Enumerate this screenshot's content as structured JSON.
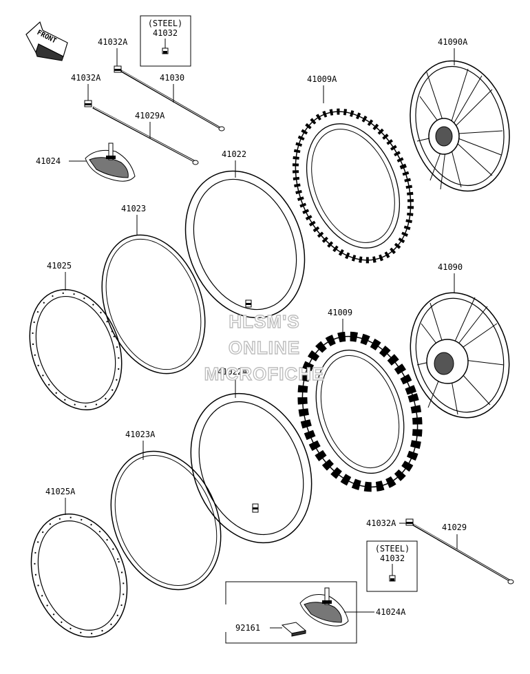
{
  "front_arrow": {
    "label": "FRONT"
  },
  "watermark": {
    "line1": "HLSM'S",
    "line2": "ONLINE",
    "line3": "MICROFICHE"
  },
  "boxes": {
    "steel_top": {
      "note": "(STEEL)",
      "part": "41032"
    },
    "steel_bottom": {
      "note": "(STEEL)",
      "part": "41032"
    }
  },
  "labels": {
    "p41032a_top": "41032A",
    "p41032a_mid": "41032A",
    "p41030": "41030",
    "p41029a": "41029A",
    "p41024": "41024",
    "p41022": "41022",
    "p41023": "41023",
    "p41025": "41025",
    "p41009a": "41009A",
    "p41090a": "41090A",
    "p41090": "41090",
    "p41009": "41009",
    "p41022a": "41022A",
    "p41023a": "41023A",
    "p41025a": "41025A",
    "p41032a_bottom": "41032A",
    "p41029": "41029",
    "p41024a": "41024A",
    "p92161": "92161"
  }
}
